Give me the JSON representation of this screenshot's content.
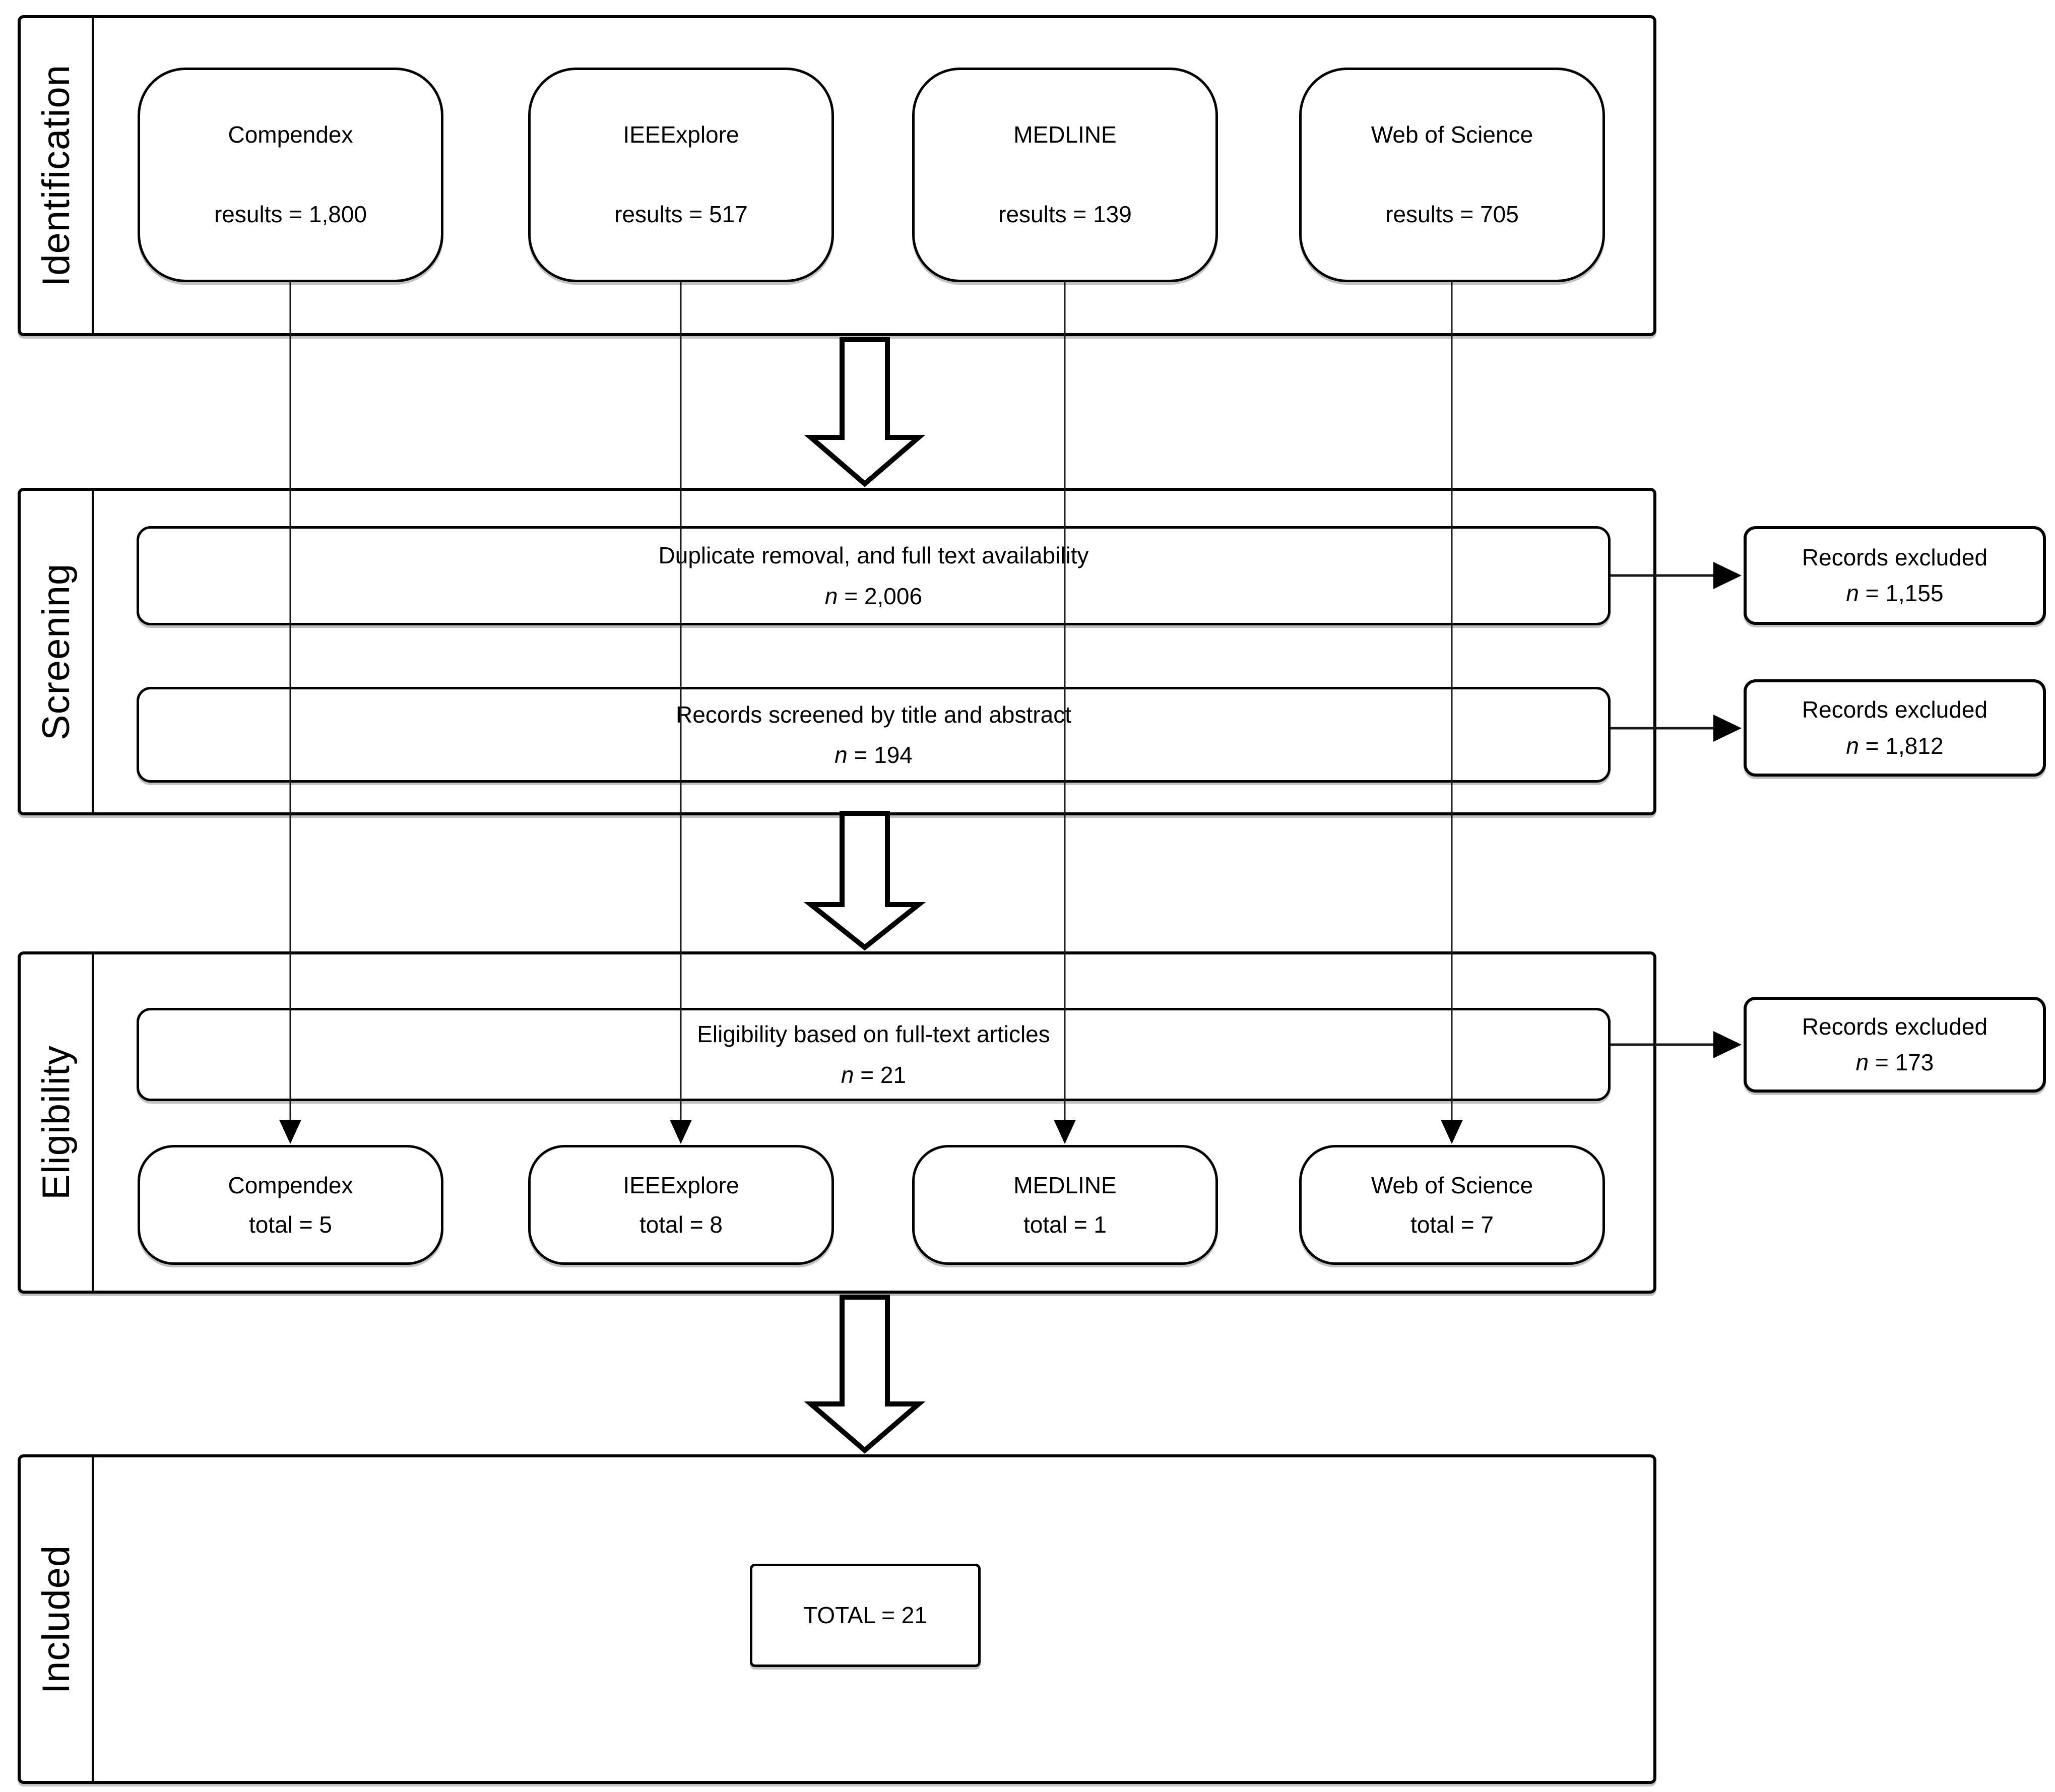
{
  "diagram_title": "PRISMA-style study selection flow diagram",
  "colors": {
    "line": "#000000",
    "background": "#ffffff",
    "shadow": "#8c8c8c"
  },
  "phases": {
    "identification": "Identification",
    "screening": "Screening",
    "eligibility": "Eligibility",
    "included": "Included"
  },
  "sources": [
    {
      "name": "Compendex",
      "results": "results = 1,800",
      "total": "total = 5"
    },
    {
      "name": "IEEExplore",
      "results": "results = 517",
      "total": "total = 8"
    },
    {
      "name": "MEDLINE",
      "results": "results = 139",
      "total": "total = 1"
    },
    {
      "name": "Web of Science",
      "results": "results = 705",
      "total": "total = 7"
    }
  ],
  "screening_steps": [
    {
      "title": "Duplicate removal, and full text availability",
      "n": "n",
      "rest": " = 2,006"
    },
    {
      "title": "Records screened by title and abstract",
      "n": "n",
      "rest": " = 194"
    }
  ],
  "eligibility_step": {
    "title": "Eligibility based on full-text articles",
    "n": "n",
    "rest": " = 21"
  },
  "excluded": [
    {
      "title": "Records excluded",
      "n": "n",
      "rest": " = 1,155"
    },
    {
      "title": "Records excluded",
      "n": "n",
      "rest": " = 1,812"
    },
    {
      "title": "Records excluded",
      "n": "n",
      "rest": " = 173"
    }
  ],
  "included_total": "TOTAL = 21"
}
